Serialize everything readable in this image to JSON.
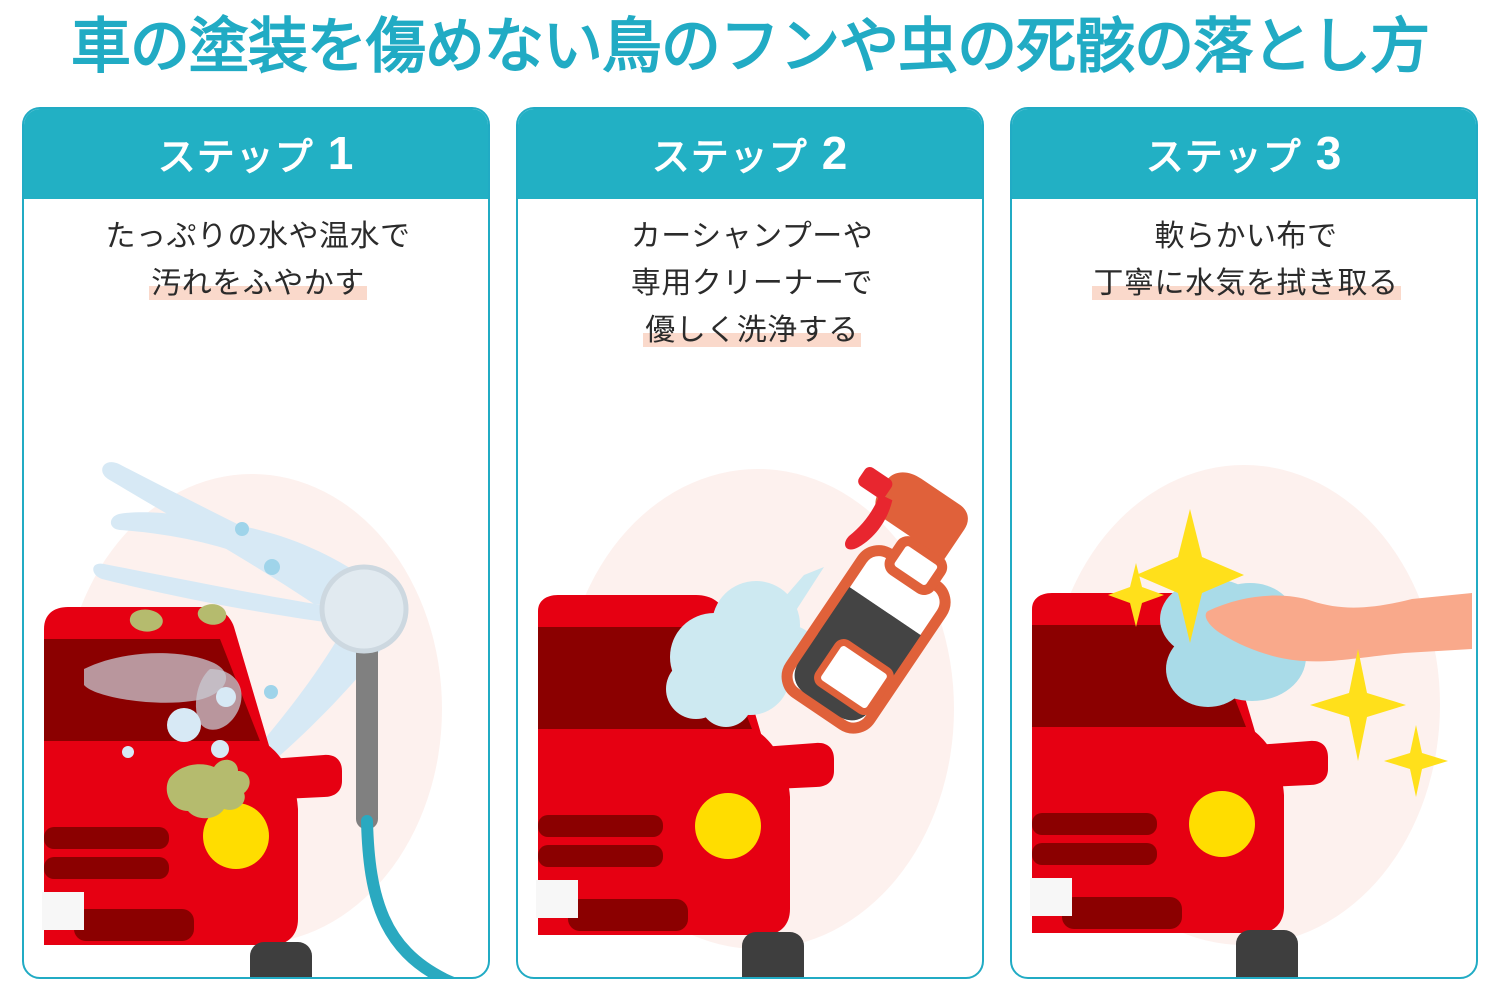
{
  "title": "車の塗装を傷めない鳥のフンや虫の死骸の落とし方",
  "colors": {
    "teal": "#22b0c4",
    "title_teal": "#21abc4",
    "highlight_pink": "#fad9cb",
    "bg_circle": "#fdf1ee",
    "car_red": "#e60012",
    "car_dark_red": "#8b0000",
    "headlight_yellow": "#ffdd00",
    "tire_gray": "#3e3e3e",
    "water_blue": "#d7e9f5",
    "hose_teal": "#2aa9c0",
    "dirt_olive": "#b5bb6e",
    "bottle_orange": "#e0613a",
    "bottle_body_gray": "#444444",
    "skin": "#f9a98b",
    "cloth_blue": "#a9dbe8",
    "sparkle_yellow": "#ffe01b"
  },
  "steps": [
    {
      "step_word": "ステップ",
      "step_number": "1",
      "lines": [
        "たっぷりの水や温水で",
        "汚れをふやかす"
      ],
      "highlight_line_index": 1,
      "illustration": "car-rinse-with-shower-hose"
    },
    {
      "step_word": "ステップ",
      "step_number": "2",
      "lines": [
        "カーシャンプーや",
        "専用クリーナーで",
        "優しく洗浄する"
      ],
      "highlight_line_index": 2,
      "illustration": "car-spray-cleaner-foam"
    },
    {
      "step_word": "ステップ",
      "step_number": "3",
      "lines": [
        "軟らかい布で",
        "丁寧に水気を拭き取る"
      ],
      "highlight_line_index": 1,
      "illustration": "car-wipe-with-cloth-sparkles"
    }
  ]
}
